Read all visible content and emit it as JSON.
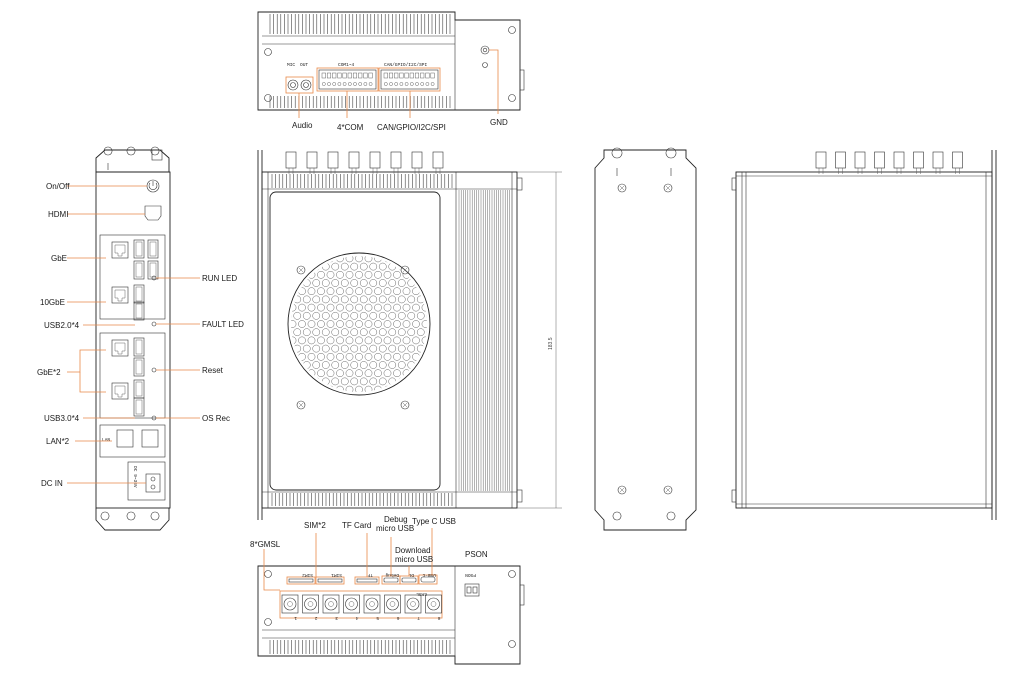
{
  "colors": {
    "leader": "#e8894a",
    "line": "#222222",
    "background": "#ffffff"
  },
  "top_view": {
    "labels": {
      "audio": "Audio",
      "com": "4*COM",
      "can": "CAN/GPIO/I2C/SPI",
      "gnd": "GND"
    },
    "silk": {
      "mic": "MIC",
      "out": "OUT",
      "com": "COM1~4",
      "can": "CAN/GPIO/I2C/SPI"
    }
  },
  "left_view": {
    "labels": {
      "onoff": "On/Off",
      "hdmi": "HDMI",
      "gbe": "GbE",
      "gbe10": "10GbE",
      "usb2": "USB2.0*4",
      "gbe2": "GbE*2",
      "usb3": "USB3.0*4",
      "lan2": "LAN*2",
      "dcin": "DC IN",
      "runled": "RUN LED",
      "faultled": "FAULT LED",
      "reset": "Reset",
      "osrec": "OS Rec"
    },
    "silk": {
      "dc": "DC 9~36V",
      "lan": "LAN"
    }
  },
  "front_view": {
    "dimension": "183.5"
  },
  "bottom_view": {
    "labels": {
      "gmsl": "8*GMSL",
      "sim": "SIM*2",
      "tf": "TF Card",
      "debug": "Debug micro USB",
      "download": "Download micro USB",
      "typec": "Type C USB",
      "pson": "PSON"
    },
    "silk": {
      "sim2": "SIM2",
      "sim1": "SIM1",
      "tf": "TF",
      "debug": "Debug",
      "dl": "DL",
      "usbc": "USB-C",
      "pson": "PSON",
      "gmsl": "GMSL"
    },
    "port_numbers": [
      "1",
      "2",
      "3",
      "4",
      "5",
      "6",
      "7",
      "8"
    ]
  }
}
